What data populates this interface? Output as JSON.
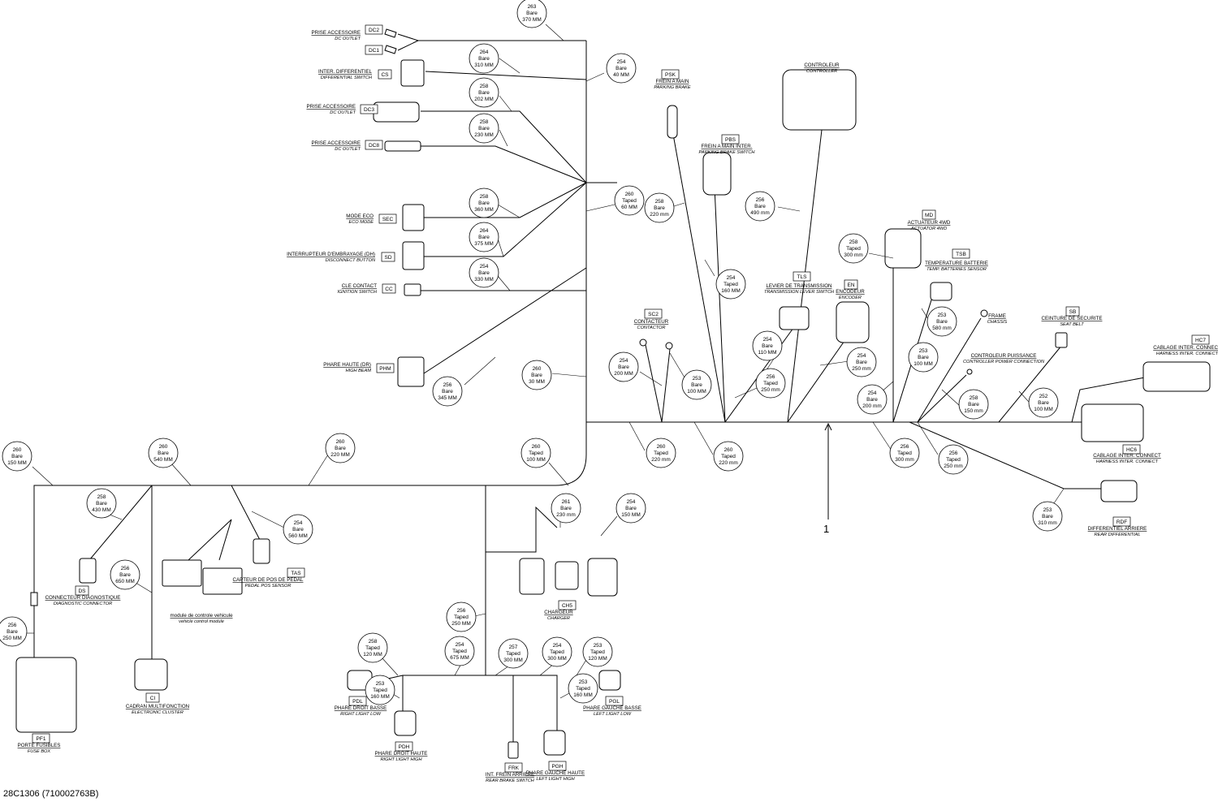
{
  "reference": "28C1306 (710002763B)",
  "main_callout": "1",
  "bubbles": [
    {
      "id": "b01",
      "l1": "263",
      "l2": "Bare",
      "l3": "370 MM"
    },
    {
      "id": "b02",
      "l1": "264",
      "l2": "Bare",
      "l3": "310 MM"
    },
    {
      "id": "b03",
      "l1": "254",
      "l2": "Bare",
      "l3": "40 MM"
    },
    {
      "id": "b04",
      "l1": "258",
      "l2": "Bare",
      "l3": "202 MM"
    },
    {
      "id": "b05",
      "l1": "258",
      "l2": "Bare",
      "l3": "230 MM"
    },
    {
      "id": "b06",
      "l1": "258",
      "l2": "Bare",
      "l3": "360 MM"
    },
    {
      "id": "b07",
      "l1": "264",
      "l2": "Bare",
      "l3": "375 MM"
    },
    {
      "id": "b08",
      "l1": "254",
      "l2": "Bare",
      "l3": "330 MM"
    },
    {
      "id": "b09",
      "l1": "260",
      "l2": "Taped",
      "l3": "60 MM"
    },
    {
      "id": "b10",
      "l1": "256",
      "l2": "Bare",
      "l3": "345 MM"
    },
    {
      "id": "b11",
      "l1": "260",
      "l2": "Bare",
      "l3": "30 MM"
    },
    {
      "id": "b12",
      "l1": "258",
      "l2": "Bare",
      "l3": "220 mm"
    },
    {
      "id": "b13",
      "l1": "254",
      "l2": "Taped",
      "l3": "160 MM"
    },
    {
      "id": "b14",
      "l1": "256",
      "l2": "Bare",
      "l3": "490 mm"
    },
    {
      "id": "b15",
      "l1": "254",
      "l2": "Bare",
      "l3": "200 MM"
    },
    {
      "id": "b16",
      "l1": "253",
      "l2": "Bare",
      "l3": "100 MM"
    },
    {
      "id": "b17",
      "l1": "254",
      "l2": "Bare",
      "l3": "110 MM"
    },
    {
      "id": "b18",
      "l1": "256",
      "l2": "Taped",
      "l3": "250 mm"
    },
    {
      "id": "b19",
      "l1": "254",
      "l2": "Bare",
      "l3": "250 mm"
    },
    {
      "id": "b20",
      "l1": "258",
      "l2": "Taped",
      "l3": "300 mm"
    },
    {
      "id": "b21",
      "l1": "253",
      "l2": "Bare",
      "l3": "580 mm"
    },
    {
      "id": "b22",
      "l1": "253",
      "l2": "Bare",
      "l3": "100 MM"
    },
    {
      "id": "b23",
      "l1": "254",
      "l2": "Bare",
      "l3": "200 mm"
    },
    {
      "id": "b24",
      "l1": "258",
      "l2": "Bare",
      "l3": "150 mm"
    },
    {
      "id": "b25",
      "l1": "252",
      "l2": "Bare",
      "l3": "100 MM"
    },
    {
      "id": "b26",
      "l1": "260",
      "l2": "Taped",
      "l3": "220 mm"
    },
    {
      "id": "b27",
      "l1": "260",
      "l2": "Taped",
      "l3": "220 mm"
    },
    {
      "id": "b28",
      "l1": "256",
      "l2": "Taped",
      "l3": "300 mm"
    },
    {
      "id": "b29",
      "l1": "256",
      "l2": "Taped",
      "l3": "250 mm"
    },
    {
      "id": "b30",
      "l1": "253",
      "l2": "Bare",
      "l3": "310 mm"
    },
    {
      "id": "b31",
      "l1": "260",
      "l2": "Bare",
      "l3": "150 MM"
    },
    {
      "id": "b32",
      "l1": "260",
      "l2": "Bare",
      "l3": "540 MM"
    },
    {
      "id": "b33",
      "l1": "260",
      "l2": "Bare",
      "l3": "220 MM"
    },
    {
      "id": "b34",
      "l1": "260",
      "l2": "Taped",
      "l3": "100 MM"
    },
    {
      "id": "b35",
      "l1": "258",
      "l2": "Bare",
      "l3": "430 MM"
    },
    {
      "id": "b36",
      "l1": "254",
      "l2": "Bare",
      "l3": "560 MM"
    },
    {
      "id": "b37",
      "l1": "256",
      "l2": "Bare",
      "l3": "650 MM"
    },
    {
      "id": "b38",
      "l1": "256",
      "l2": "Bare",
      "l3": "250 MM"
    },
    {
      "id": "b39",
      "l1": "261",
      "l2": "Bare",
      "l3": "230 mm"
    },
    {
      "id": "b40",
      "l1": "254",
      "l2": "Bare",
      "l3": "150 MM"
    },
    {
      "id": "b41",
      "l1": "256",
      "l2": "Taped",
      "l3": "250 MM"
    },
    {
      "id": "b42",
      "l1": "258",
      "l2": "Taped",
      "l3": "120 MM"
    },
    {
      "id": "b43",
      "l1": "254",
      "l2": "Taped",
      "l3": "675 MM"
    },
    {
      "id": "b44",
      "l1": "257",
      "l2": "Taped",
      "l3": "300 MM"
    },
    {
      "id": "b45",
      "l1": "254",
      "l2": "Taped",
      "l3": "300 MM"
    },
    {
      "id": "b46",
      "l1": "253",
      "l2": "Taped",
      "l3": "120 MM"
    },
    {
      "id": "b47",
      "l1": "253",
      "l2": "Taped",
      "l3": "160 MM"
    },
    {
      "id": "b48",
      "l1": "253",
      "l2": "Taped",
      "l3": "160 MM"
    }
  ],
  "components": [
    {
      "id": "DC2",
      "code": "DC2",
      "fr": "PRISE ACCESSOIRE",
      "en": "DC OUTLET"
    },
    {
      "id": "DC1",
      "code": "DC1",
      "fr": "",
      "en": ""
    },
    {
      "id": "CS",
      "code": "CS",
      "fr": "INTER. DIFFERENTIEL",
      "en": "DIFFERENTIAL SWITCH"
    },
    {
      "id": "DC3",
      "code": "DC3",
      "fr": "PRISE ACCESSOIRE",
      "en": "DC OUTLET"
    },
    {
      "id": "DC8",
      "code": "DC8",
      "fr": "PRISE ACCESSOIRE",
      "en": "DC OUTLET"
    },
    {
      "id": "SEC",
      "code": "SEC",
      "fr": "MODE ECO",
      "en": "ECO MODE"
    },
    {
      "id": "SD",
      "code": "SD",
      "fr": "INTERRUPTEUR D'EMBRAYAGE (DH)",
      "en": "DISCONNECT BUTTON"
    },
    {
      "id": "CC",
      "code": "CC",
      "fr": "CLE CONTACT",
      "en": "IGNITION SWITCH"
    },
    {
      "id": "PHM",
      "code": "PHM",
      "fr": "PHARE HAUTE (DR)",
      "en": "HIGH BEAM"
    },
    {
      "id": "PSK",
      "code": "PSK",
      "fr": "FREIN A MAIN",
      "en": "PARKING BRAKE"
    },
    {
      "id": "PBS",
      "code": "PBS",
      "fr": "FREIN A MAIN INTER.",
      "en": "PARKING BRAKE SWITCH"
    },
    {
      "id": "CTRL",
      "code": "",
      "fr": "CONTROLEUR",
      "en": "CONTROLLER"
    },
    {
      "id": "MD",
      "code": "MD",
      "fr": "ACTUATEUR 4WD",
      "en": "ACTUATOR 4WD"
    },
    {
      "id": "TSB",
      "code": "TSB",
      "fr": "TEMPERATURE BATTERIE",
      "en": "TEMP. BATTERIES SENSOR"
    },
    {
      "id": "TLS",
      "code": "TLS",
      "fr": "LEVIER DE TRANSMISSION",
      "en": "TRANSMISSION LEVER SWITCH"
    },
    {
      "id": "EN",
      "code": "EN",
      "fr": "ENCODEUR",
      "en": "ENCODER"
    },
    {
      "id": "SC2",
      "code": "SC2",
      "fr": "CONTACTEUR",
      "en": "CONTACTOR"
    },
    {
      "id": "FRAME",
      "code": "",
      "fr": "FRAME",
      "en": "CHASSIS"
    },
    {
      "id": "CP",
      "code": "",
      "fr": "CONTROLEUR PUISSANCE",
      "en": "CONTROLLER POWER CONNECTION"
    },
    {
      "id": "SB",
      "code": "SB",
      "fr": "CEINTURE DE SECURITE",
      "en": "SEAT BELT"
    },
    {
      "id": "HC7",
      "code": "HC7",
      "fr": "CABLAGE INTER. CONNECT",
      "en": "HARNESS INTER. CONNECT"
    },
    {
      "id": "HC6",
      "code": "HC6",
      "fr": "CABLAGE INTER. CONNECT",
      "en": "HARNESS INTER. CONNECT"
    },
    {
      "id": "RDF",
      "code": "RDF",
      "fr": "DIFFERENTIEL ARRIERE",
      "en": "REAR DIFFERENTIAL"
    },
    {
      "id": "DS",
      "code": "DS",
      "fr": "CONNECTEUR DIAGNOSTIQUE",
      "en": "DIAGNOSTIC CONNECTOR"
    },
    {
      "id": "TAS",
      "code": "TAS",
      "fr": "CAPTEUR DE POS DE PEDAL",
      "en": "PEDAL POS SENSOR"
    },
    {
      "id": "VCM",
      "code": "",
      "fr": "module de controle vehicule",
      "en": "vehicle control module"
    },
    {
      "id": "CI",
      "code": "CI",
      "fr": "CADRAN MULTIFONCTION",
      "en": "ELECTRONIC CLUSTER"
    },
    {
      "id": "PF1",
      "code": "PF1",
      "fr": "PORTE FUSIBLES",
      "en": "FUSE BOX"
    },
    {
      "id": "CH",
      "code": "CH5",
      "fr": "CHARGEUR",
      "en": "CHARGER"
    },
    {
      "id": "PDL",
      "code": "PDL",
      "fr": "PHARE DROIT BASSE",
      "en": "RIGHT LIGHT LOW"
    },
    {
      "id": "PDH",
      "code": "PDH",
      "fr": "PHARE DROIT HAUTE",
      "en": "RIGHT LIGHT HIGH"
    },
    {
      "id": "FRK",
      "code": "FRK",
      "fr": "INT. FREIN ARRIERE",
      "en": "REAR BRAKE SWITCH"
    },
    {
      "id": "PGH",
      "code": "PGH",
      "fr": "PHARE GAUCHE HAUTE",
      "en": "LEFT LIGHT HIGH"
    },
    {
      "id": "PGL",
      "code": "PGL",
      "fr": "PHARE GAUCHE BASSE",
      "en": "LEFT LIGHT LOW"
    }
  ]
}
